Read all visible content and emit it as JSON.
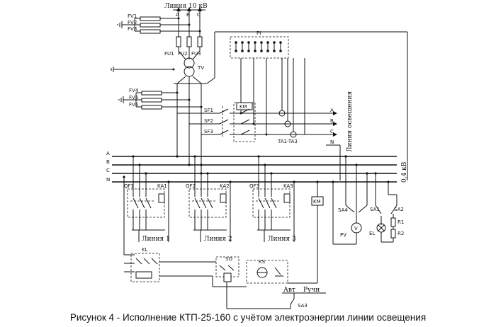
{
  "caption": "Рисунок 4 - Исполнение КТП-25-160 с учётом электроэнергии линии освещения",
  "line_hv": "Линия 10 кВ",
  "phases": [
    "A",
    "B",
    "C"
  ],
  "fv_top": [
    "FV1",
    "FV2",
    "FV3"
  ],
  "fu": [
    "FU1",
    "FU2",
    "FU3"
  ],
  "tv": "TV",
  "fv_mid": [
    "FV4",
    "FV5",
    "FV6"
  ],
  "pi": "PI",
  "sf": [
    "SF1",
    "SF2",
    "SF3"
  ],
  "km": "KM",
  "ta": "TA1-TA3",
  "lighting_line": "Линия освещения",
  "lighting_phases": [
    "A",
    "B",
    "C",
    "N"
  ],
  "bus_labels": [
    "A",
    "B",
    "C",
    "N"
  ],
  "bus_voltage": "0,4 кВ",
  "feeders": [
    {
      "qf": "QF1",
      "ka": "KA1",
      "line": "Линия 1"
    },
    {
      "qf": "QF2",
      "ka": "KA2",
      "line": "Линия 2"
    },
    {
      "qf": "QF3",
      "ka": "KA3",
      "line": "Линия 3"
    }
  ],
  "km2": "KM",
  "sa4": "SA4",
  "pv": "PV",
  "v": "V",
  "sa1": "SA1",
  "sa2": "SA2",
  "r1": "R1",
  "r2": "R2",
  "el": "EL",
  "kl": "KL",
  "so": "SO",
  "ks": "KS",
  "avt": "Авт",
  "ruch": "Ручн",
  "sa3": "SA3"
}
